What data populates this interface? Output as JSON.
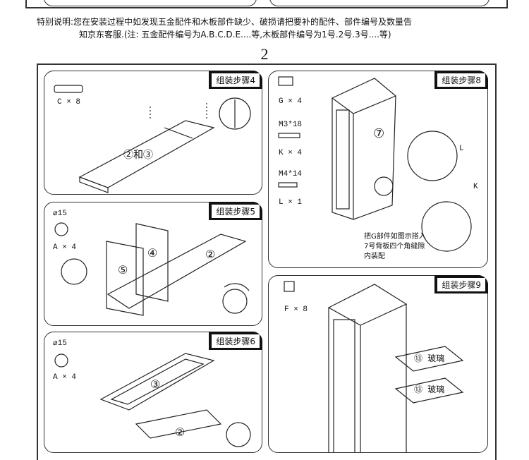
{
  "note": {
    "line1": "特别说明:您在安装过程中如发现五金配件和木板部件缺少、破损请把要补的配件、部件编号及数量告",
    "line2": "知京东客服.(注: 五金配件编号为A.B.C.D.E....等,木板部件编号为1号.2号.3号....等)"
  },
  "page_number": "2",
  "steps": [
    {
      "title": "组装步骤4",
      "parts": [
        {
          "qty": "C × 8"
        }
      ],
      "labels": [
        "②和③"
      ]
    },
    {
      "title": "组装步骤5",
      "parts": [
        {
          "size": "⌀15",
          "qty": "A × 4"
        }
      ],
      "labels": [
        "④",
        "⑤",
        "②"
      ]
    },
    {
      "title": "组装步骤6",
      "parts": [
        {
          "size": "⌀15",
          "qty": "A × 4"
        }
      ],
      "labels": [
        "③",
        "②"
      ]
    },
    {
      "title": "组装步骤8",
      "parts": [
        {
          "qty": "G × 4"
        },
        {
          "size": "M3*18",
          "qty": "K × 4"
        },
        {
          "size": "M4*14",
          "qty": "L × 1"
        }
      ],
      "labels": [
        "⑦",
        "L",
        "K"
      ],
      "callout": "把G部件如图示搭入7号背板四个角缝隙内装配"
    },
    {
      "title": "组装步骤9",
      "parts": [
        {
          "qty": "F × 8"
        }
      ],
      "labels": [
        "⑬ 玻璃",
        "⑬ 玻璃"
      ]
    }
  ]
}
